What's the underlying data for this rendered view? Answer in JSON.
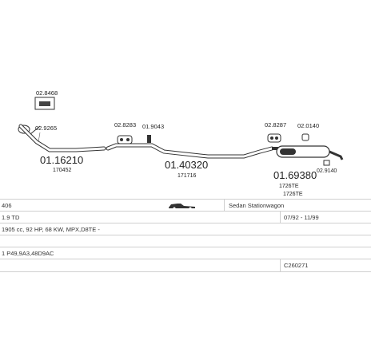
{
  "parts": {
    "bracket_box": "02.8468",
    "clamp_front": "02.9265",
    "front_pipe_number": "01.16210",
    "front_pipe_oem": "170452",
    "clamp_mid_a": "02.8283",
    "clamp_mid_b": "01.9043",
    "middle_pipe_number": "01.40320",
    "middle_pipe_oem": "171716",
    "rubber_rear_a": "02.8287",
    "clamp_rear": "02.0140",
    "rear_box_number": "01.69380",
    "rear_box_oem_1": "1726TE",
    "rear_box_oem_2": "1726TE",
    "tail_clamp": "02.9140"
  },
  "info": {
    "model": "406",
    "body_type": "Sedan Stationwagon",
    "engine": "1.9 TD",
    "years": "07/92 - 11/99",
    "power": "1905 cc, 92 HP, 68 KW, MPX,D8TE -",
    "engine_codes": "1 P49,9A3,48D9AC",
    "catalog_code": "C260271"
  }
}
